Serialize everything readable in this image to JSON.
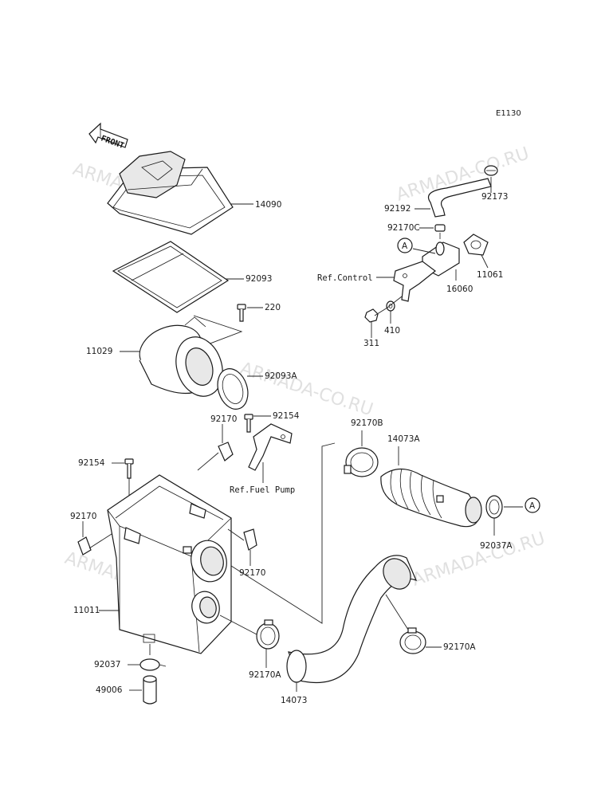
{
  "diagram_code": "E1130",
  "front_label": "FRONT",
  "watermark": "ARMADA-CO.RU",
  "callout_a": "A",
  "labels": {
    "p14090": "14090",
    "p92093": "92093",
    "p220": "220",
    "p11029": "11029",
    "p92093a": "92093A",
    "p92170_top": "92170",
    "p92154_top": "92154",
    "ref_fuel_pump": "Ref.Fuel Pump",
    "p92154_left": "92154",
    "p92170_left": "92170",
    "p92170_mid": "92170",
    "p11011": "11011",
    "p92037": "92037",
    "p49006": "49006",
    "p92170a_low": "92170A",
    "p14073": "14073",
    "p92170a_right": "92170A",
    "p92170b": "92170B",
    "p14073a": "14073A",
    "p92037a": "92037A",
    "p92192": "92192",
    "p92173": "92173",
    "p92170c": "92170C",
    "ref_control": "Ref.Control",
    "p11061": "11061",
    "p16060": "16060",
    "p410": "410",
    "p311": "311"
  }
}
